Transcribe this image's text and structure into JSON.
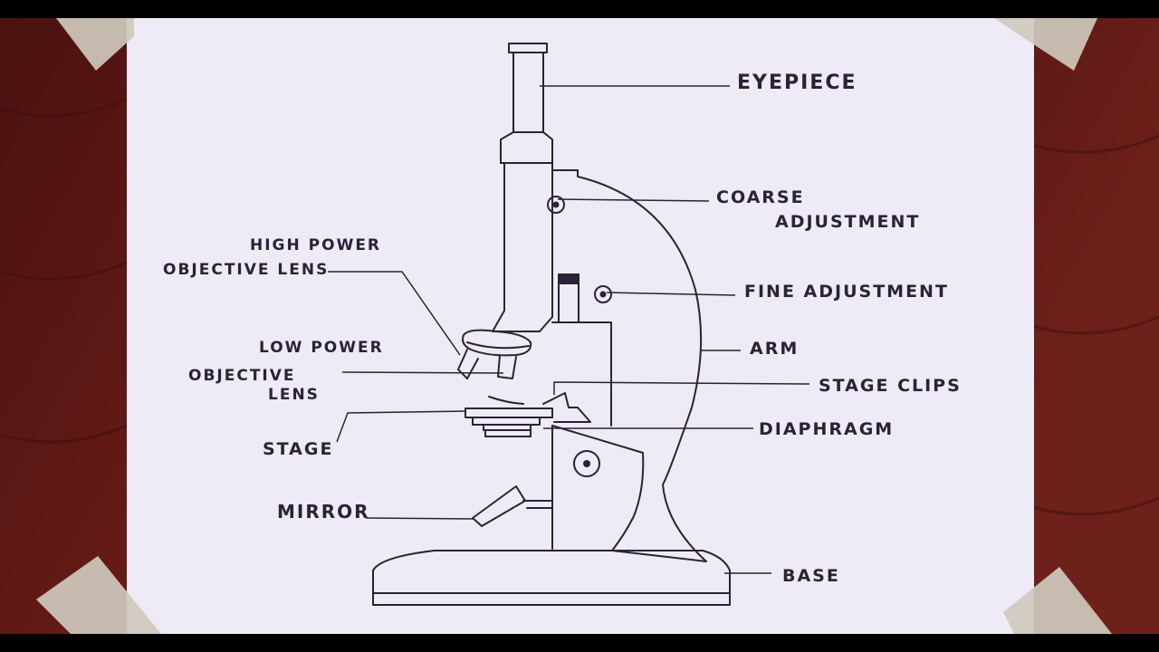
{
  "colors": {
    "paper": "#eeeaf6",
    "ink": "#2a2338",
    "table": "#5a1814",
    "tape": "#cfc9bd",
    "letterbox": "#000000"
  },
  "labels": {
    "eyepiece": "EYEPIECE",
    "coarse_1": "COARSE",
    "coarse_2": "ADJUSTMENT",
    "fine": "FINE ADJUSTMENT",
    "arm": "ARM",
    "stage_clips": "STAGE CLIPS",
    "diaphragm": "DIAPHRAGM",
    "base": "BASE",
    "high_power_1": "HIGH POWER",
    "high_power_2": "OBJECTIVE LENS",
    "low_power_1": "LOW POWER",
    "low_power_2": "OBJECTIVE",
    "low_power_3": "LENS",
    "stage": "STAGE",
    "mirror": "MIRROR"
  }
}
